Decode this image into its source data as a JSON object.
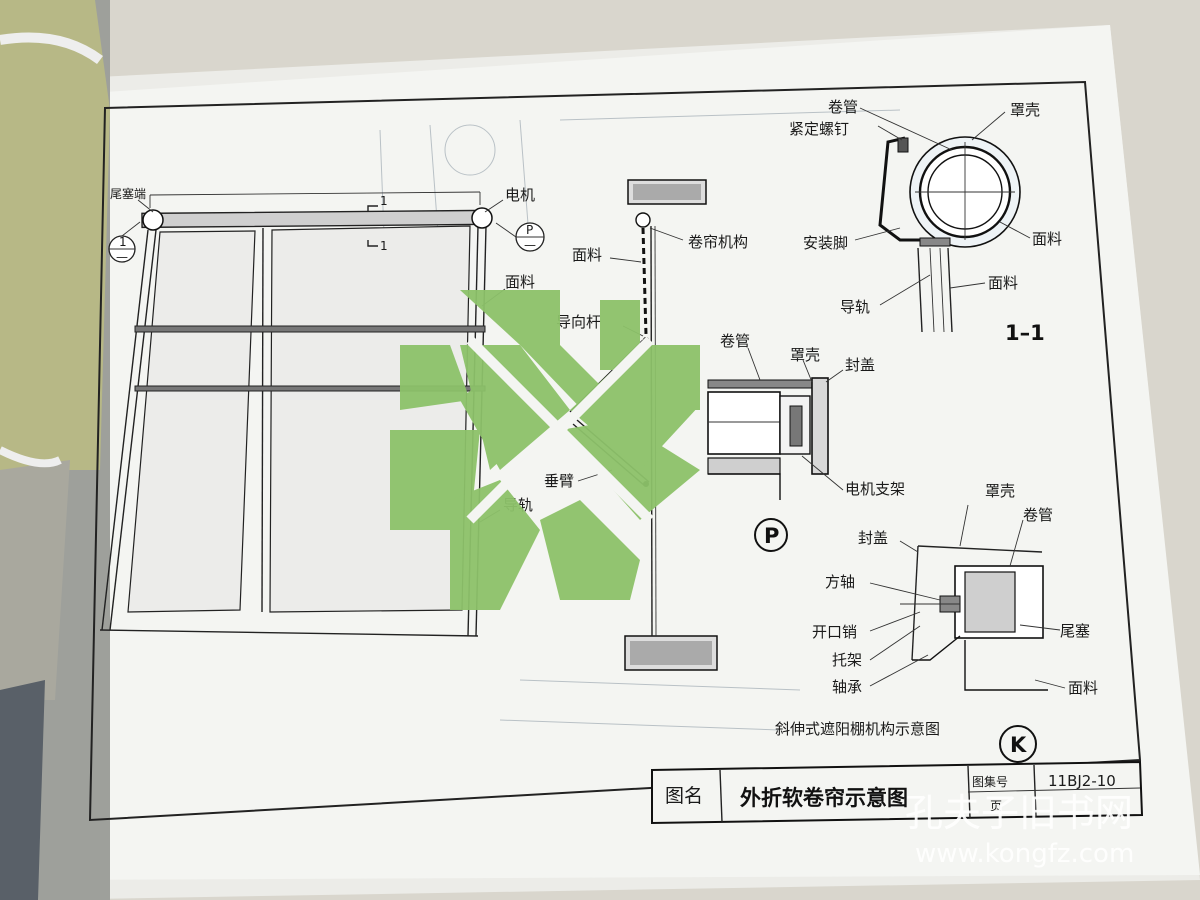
{
  "elevation": {
    "left_end_label": "尾塞端",
    "motor_label": "电机",
    "fabric_label": "面料",
    "guide_rail_label": "导轨",
    "section_mark_top": "1",
    "section_mark_bottom": "1",
    "detail_ref_left_top": "1",
    "detail_ref_left_bottom": "—",
    "detail_ref_right_top": "P",
    "detail_ref_right_bottom": "—"
  },
  "mechanism": {
    "fabric_label": "面料",
    "roller_mechanism_label": "卷帘机构",
    "guide_rod_label": "导向杆",
    "drop_arm_label": "垂臂",
    "caption": "斜伸式遮阳棚机构示意图",
    "circle_label": "K"
  },
  "section_1_1": {
    "roller_tube": "卷管",
    "set_screw": "紧定螺钉",
    "housing": "罩壳",
    "mounting_foot": "安装脚",
    "fabric": "面料",
    "guide_rail": "导轨",
    "fabric_2": "面料",
    "title": "1–1"
  },
  "detail_P": {
    "roller_tube": "卷管",
    "housing": "罩壳",
    "end_cap": "封盖",
    "motor_bracket": "电机支架",
    "circle_label": "P"
  },
  "detail_end": {
    "housing": "罩壳",
    "roller_tube": "卷管",
    "end_cap": "封盖",
    "square_shaft": "方轴",
    "split_pin": "开口销",
    "bracket": "托架",
    "bearing": "轴承",
    "end_plug": "尾塞",
    "fabric": "面料"
  },
  "title_block": {
    "name_label": "图名",
    "drawing_title": "外折软卷帘示意图",
    "atlas_no_label": "图集号",
    "atlas_no": "11BJ2-10",
    "page_label": "页"
  },
  "watermark": {
    "cn": "孔夫子旧书网",
    "url": "www.kongfz.com"
  },
  "colors": {
    "paper": "#f4f5f2",
    "ink": "#1a1a1a",
    "green_mark": "#8dc26a",
    "binder_green": "#b7b886",
    "background": "#d9d6cd"
  }
}
